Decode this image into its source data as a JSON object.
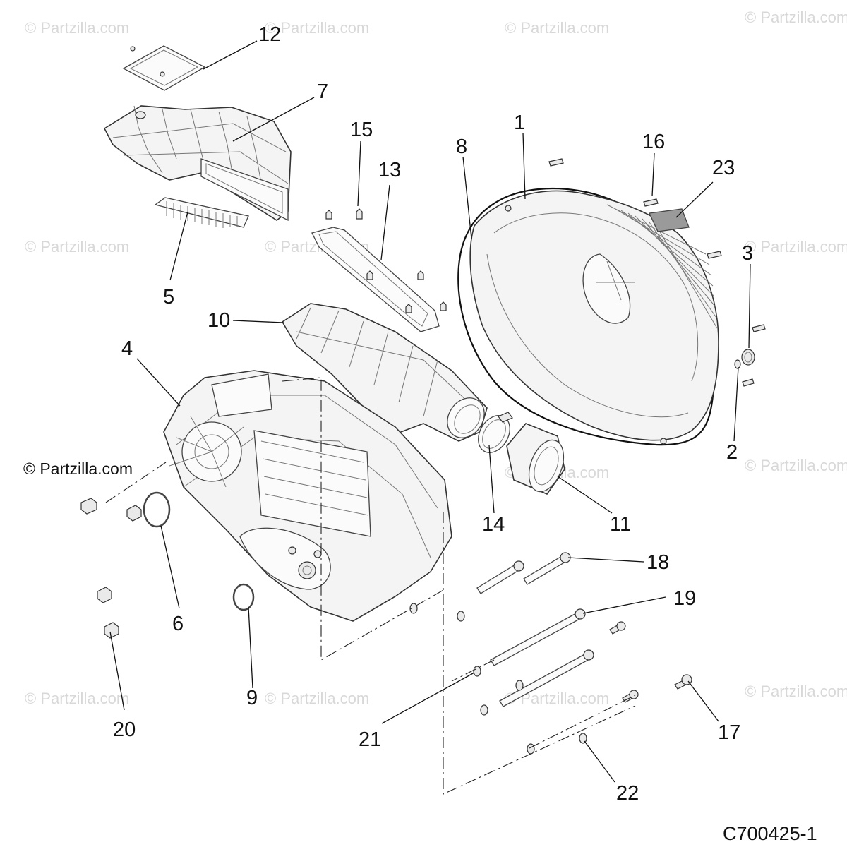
{
  "diagram": {
    "drawing_code": "C700425-1",
    "watermark_text": "© Partzilla.com",
    "callouts": {
      "c1": "1",
      "c2": "2",
      "c3": "3",
      "c4": "4",
      "c5": "5",
      "c6": "6",
      "c7": "7",
      "c8": "8",
      "c9": "9",
      "c10": "10",
      "c11": "11",
      "c12": "12",
      "c13": "13",
      "c14": "14",
      "c15": "15",
      "c16": "16",
      "c17": "17",
      "c18": "18",
      "c19": "19",
      "c20": "20",
      "c21": "21",
      "c22": "22",
      "c23": "23"
    }
  }
}
